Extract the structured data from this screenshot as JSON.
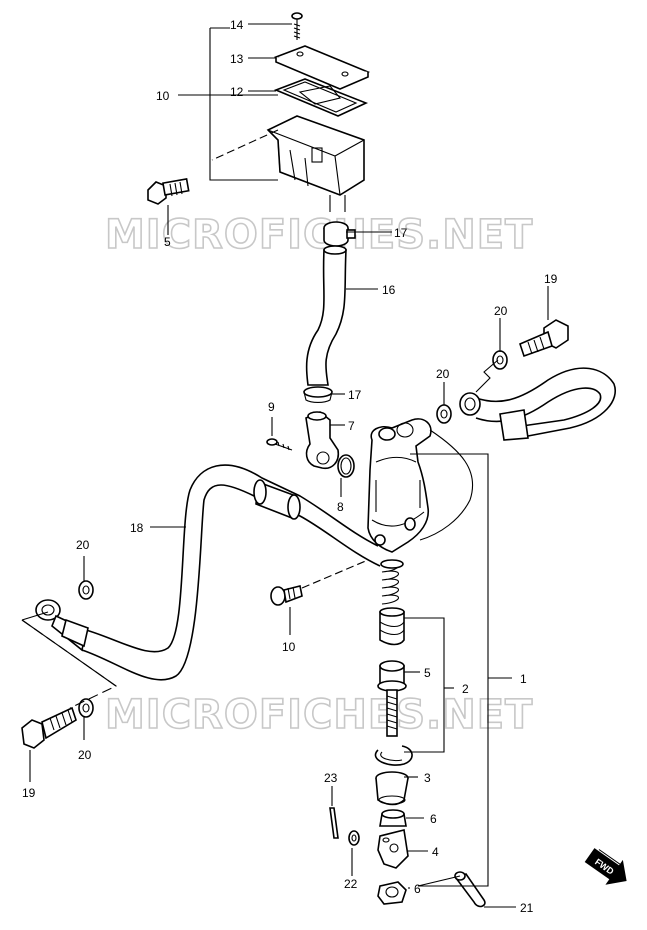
{
  "watermark": "MICROFICHES.NET",
  "fwd_label": "FWD",
  "callouts": {
    "c1": "1",
    "c2": "2",
    "c3": "3",
    "c4": "4",
    "c5a": "5",
    "c5b": "5",
    "c6a": "6",
    "c6b": "6",
    "c7": "7",
    "c8": "8",
    "c9": "9",
    "c10a": "10",
    "c10b": "10",
    "c12": "12",
    "c13": "13",
    "c14": "14",
    "c16": "16",
    "c17a": "17",
    "c17b": "17",
    "c18": "18",
    "c19a": "19",
    "c19b": "19",
    "c20a": "20",
    "c20b": "20",
    "c20c": "20",
    "c20d": "20",
    "c21": "21",
    "c22": "22",
    "c23": "23"
  }
}
